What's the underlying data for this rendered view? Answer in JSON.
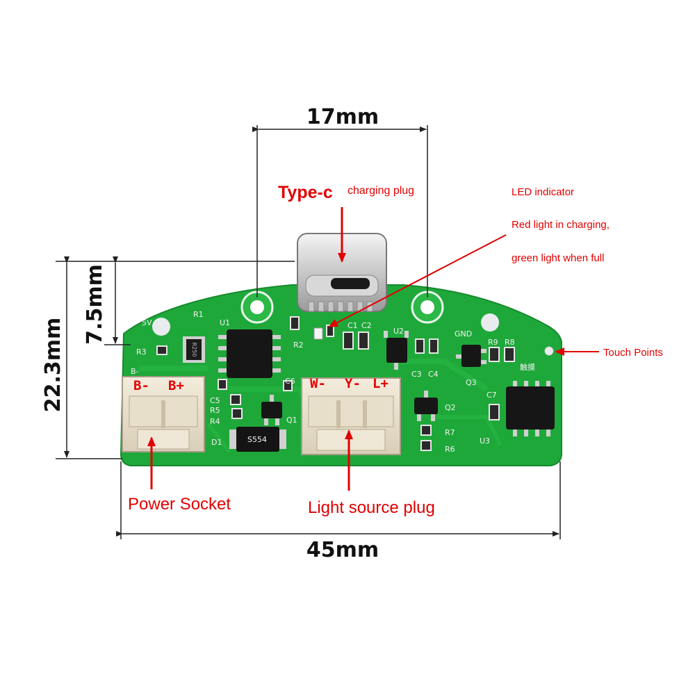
{
  "dimensions": {
    "top_width": "17mm",
    "bottom_width": "45mm",
    "left_height": "22.3mm",
    "inner_height": "7.5mm"
  },
  "annotations": {
    "type_c": "Type-c",
    "charging_plug": "charging plug",
    "led_line1": "LED indicator",
    "led_line2": "Red light in charging,",
    "led_line3": "green light when full",
    "touch_points": "Touch Points",
    "power_socket": "Power Socket",
    "light_source_plug": "Light source plug"
  },
  "connector_pins": {
    "power": [
      "B-",
      "B+"
    ],
    "light": [
      "W-",
      "Y-",
      "L+"
    ]
  },
  "silkscreen": {
    "r1": "R1",
    "r2": "R2",
    "r3": "R3",
    "r4": "R4",
    "r5": "R5",
    "r6": "R6",
    "r7": "R7",
    "r8": "R8",
    "r9": "R9",
    "u1": "U1",
    "u2": "U2",
    "u3": "U3",
    "c1": "C1",
    "c2": "C2",
    "c3": "C3",
    "c4": "C4",
    "c5": "C5",
    "c6": "C6",
    "c7": "C7",
    "q1": "Q1",
    "q2": "Q2",
    "q3": "Q3",
    "d1": "D1",
    "gnd": "GND",
    "v5": "5V",
    "bminus": "B-",
    "touch_cn": "触摸",
    "w": "W-",
    "y": "Y-",
    "l": "L+",
    "r250": "R250",
    "s554": "S554"
  },
  "colors": {
    "pcb": "#1fa83a",
    "pcb_dark": "#15892c",
    "annotation_red": "#e00000",
    "dimension_line": "#222222"
  }
}
